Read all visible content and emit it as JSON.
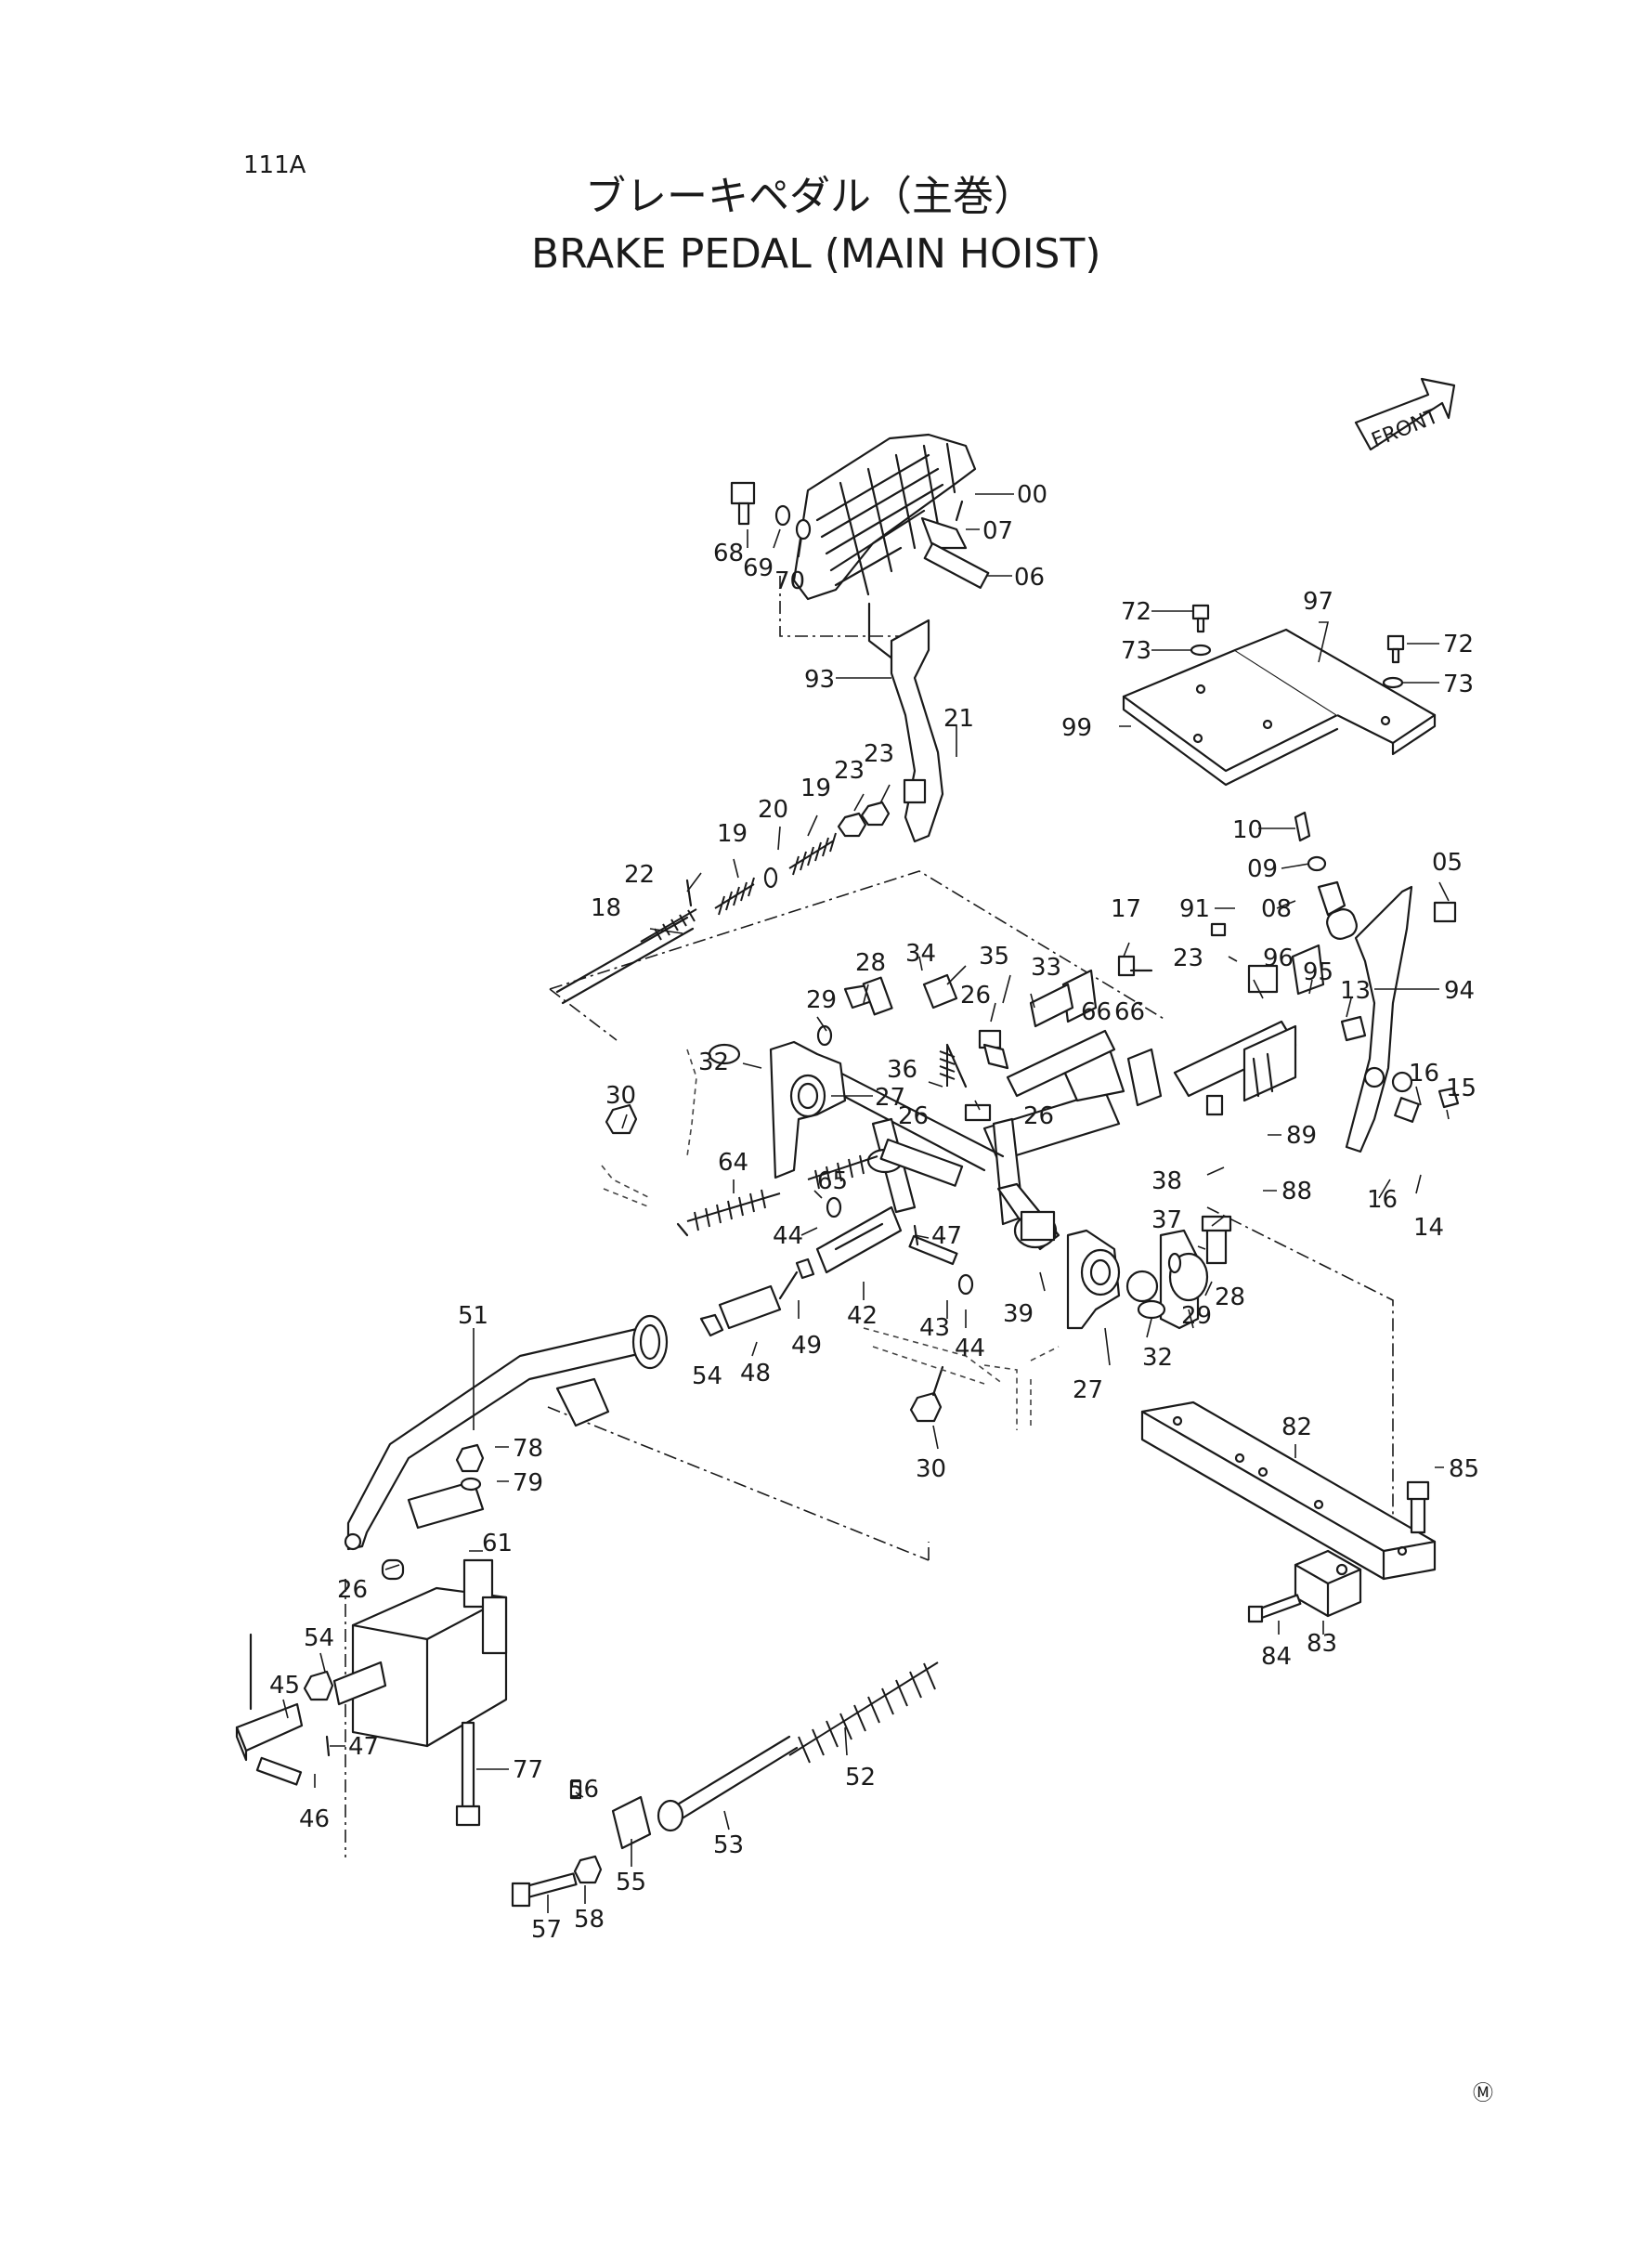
{
  "page_number": "111A",
  "title_jp": "ブレーキペダル（主巻）",
  "title_en": "BRAKE PEDAL (MAIN HOIST)",
  "front_label": "FRONT",
  "corner_mark": "Ⓜ",
  "callouts": [
    {
      "no": "00"
    },
    {
      "no": "07"
    },
    {
      "no": "06"
    },
    {
      "no": "68"
    },
    {
      "no": "69"
    },
    {
      "no": "70"
    },
    {
      "no": "93"
    },
    {
      "no": "21"
    },
    {
      "no": "23"
    },
    {
      "no": "23"
    },
    {
      "no": "19"
    },
    {
      "no": "20"
    },
    {
      "no": "19"
    },
    {
      "no": "22"
    },
    {
      "no": "18"
    },
    {
      "no": "72"
    },
    {
      "no": "97"
    },
    {
      "no": "72"
    },
    {
      "no": "73"
    },
    {
      "no": "73"
    },
    {
      "no": "99"
    },
    {
      "no": "10"
    },
    {
      "no": "09"
    },
    {
      "no": "05"
    },
    {
      "no": "08"
    },
    {
      "no": "17"
    },
    {
      "no": "91"
    },
    {
      "no": "23"
    },
    {
      "no": "94"
    },
    {
      "no": "96"
    },
    {
      "no": "95"
    },
    {
      "no": "13"
    },
    {
      "no": "16"
    },
    {
      "no": "15"
    },
    {
      "no": "89"
    },
    {
      "no": "88"
    },
    {
      "no": "16"
    },
    {
      "no": "14"
    },
    {
      "no": "28"
    },
    {
      "no": "34"
    },
    {
      "no": "35"
    },
    {
      "no": "33"
    },
    {
      "no": "29"
    },
    {
      "no": "26"
    },
    {
      "no": "66"
    },
    {
      "no": "66"
    },
    {
      "no": "32"
    },
    {
      "no": "27"
    },
    {
      "no": "36"
    },
    {
      "no": "26"
    },
    {
      "no": "26"
    },
    {
      "no": "30"
    },
    {
      "no": "65"
    },
    {
      "no": "64"
    },
    {
      "no": "44"
    },
    {
      "no": "47"
    },
    {
      "no": "38"
    },
    {
      "no": "37"
    },
    {
      "no": "28"
    },
    {
      "no": "29"
    },
    {
      "no": "51"
    },
    {
      "no": "54"
    },
    {
      "no": "48"
    },
    {
      "no": "49"
    },
    {
      "no": "42"
    },
    {
      "no": "43"
    },
    {
      "no": "44"
    },
    {
      "no": "39"
    },
    {
      "no": "32"
    },
    {
      "no": "27"
    },
    {
      "no": "30"
    },
    {
      "no": "82"
    },
    {
      "no": "85"
    },
    {
      "no": "78"
    },
    {
      "no": "79"
    },
    {
      "no": "26"
    },
    {
      "no": "61"
    },
    {
      "no": "84"
    },
    {
      "no": "83"
    },
    {
      "no": "54"
    },
    {
      "no": "45"
    },
    {
      "no": "47"
    },
    {
      "no": "46"
    },
    {
      "no": "77"
    },
    {
      "no": "52"
    },
    {
      "no": "56"
    },
    {
      "no": "53"
    },
    {
      "no": "55"
    },
    {
      "no": "57"
    },
    {
      "no": "58"
    }
  ]
}
